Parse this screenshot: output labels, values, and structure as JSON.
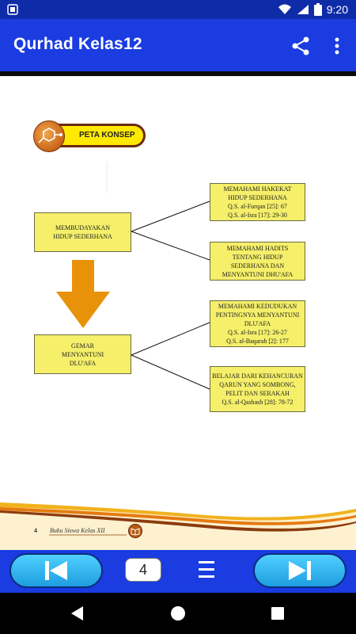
{
  "status_bar": {
    "time": "9:20"
  },
  "app_bar": {
    "title": "Qurhad Kelas12"
  },
  "page": {
    "badge_label": "PETA KONSEP",
    "left_boxes": [
      {
        "lines": [
          "MEMBUDAYAKAN",
          "HIDUP SEDERHANA"
        ]
      },
      {
        "lines": [
          "GEMAR",
          "MENYANTUNI",
          "DLU'AFA"
        ]
      }
    ],
    "right_boxes": [
      {
        "lines": [
          "MEMAHAMI HAKEKAT",
          "HIDUP SEDERHANA",
          "Q.S. al-Furqan [25]: 67",
          "Q.S. al-Isra [17]: 29-30"
        ]
      },
      {
        "lines": [
          "MEMAHAMI HADITS",
          "TENTANG  HIDUP",
          "SEDERHANA DAN",
          "MENYANTUNI DHU'AFA"
        ]
      },
      {
        "lines": [
          "MEMAHAMI KEDUDUKAN",
          "PENTINGNYA MENYANTUNI",
          "DLU'AFA",
          "Q.S. al-Isra [17]: 26-27",
          "Q.S. al-Baqarah [2]: 177"
        ]
      },
      {
        "lines": [
          "BELAJAR DARI KEHANCURAN",
          "QARUN YANG SOMBONG,",
          "PELIT DAN SERAKAH",
          "Q.S. al-Qashash [28]: 78-72"
        ]
      }
    ],
    "footer": {
      "page_number": "4",
      "book_title": "Buku Siswa Kelas XII"
    }
  },
  "nav": {
    "page_counter": "4"
  },
  "colors": {
    "app_bar": "#1a3ce0",
    "status_bar": "#0f2ca8",
    "box_fill": "#f5ef6a",
    "arrow": "#e8920a",
    "nav_button": "#2cb0ee"
  }
}
